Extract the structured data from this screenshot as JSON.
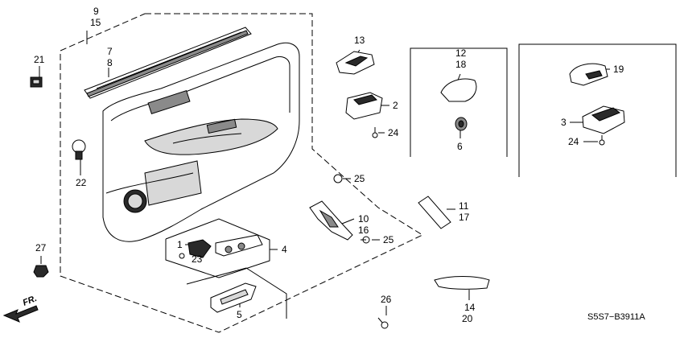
{
  "diagram_code": "S5S7−B3911A",
  "direction_label": "FR.",
  "callouts": [
    {
      "id": "c9",
      "text": "9"
    },
    {
      "id": "c15",
      "text": "15"
    },
    {
      "id": "c7",
      "text": "7"
    },
    {
      "id": "c8",
      "text": "8"
    },
    {
      "id": "c21",
      "text": "21"
    },
    {
      "id": "c22",
      "text": "22"
    },
    {
      "id": "c27",
      "text": "27"
    },
    {
      "id": "c13",
      "text": "13"
    },
    {
      "id": "c2",
      "text": "2"
    },
    {
      "id": "c24a",
      "text": "24"
    },
    {
      "id": "c12",
      "text": "12"
    },
    {
      "id": "c18",
      "text": "18"
    },
    {
      "id": "c6",
      "text": "6"
    },
    {
      "id": "c19",
      "text": "19"
    },
    {
      "id": "c3",
      "text": "3"
    },
    {
      "id": "c24b",
      "text": "24"
    },
    {
      "id": "c25a",
      "text": "25"
    },
    {
      "id": "c10",
      "text": "10"
    },
    {
      "id": "c16",
      "text": "16"
    },
    {
      "id": "c25b",
      "text": "25"
    },
    {
      "id": "c11",
      "text": "11"
    },
    {
      "id": "c17",
      "text": "17"
    },
    {
      "id": "c1",
      "text": "1"
    },
    {
      "id": "c23",
      "text": "23"
    },
    {
      "id": "c4",
      "text": "4"
    },
    {
      "id": "c5",
      "text": "5"
    },
    {
      "id": "c26",
      "text": "26"
    },
    {
      "id": "c14",
      "text": "14"
    },
    {
      "id": "c20",
      "text": "20"
    }
  ]
}
